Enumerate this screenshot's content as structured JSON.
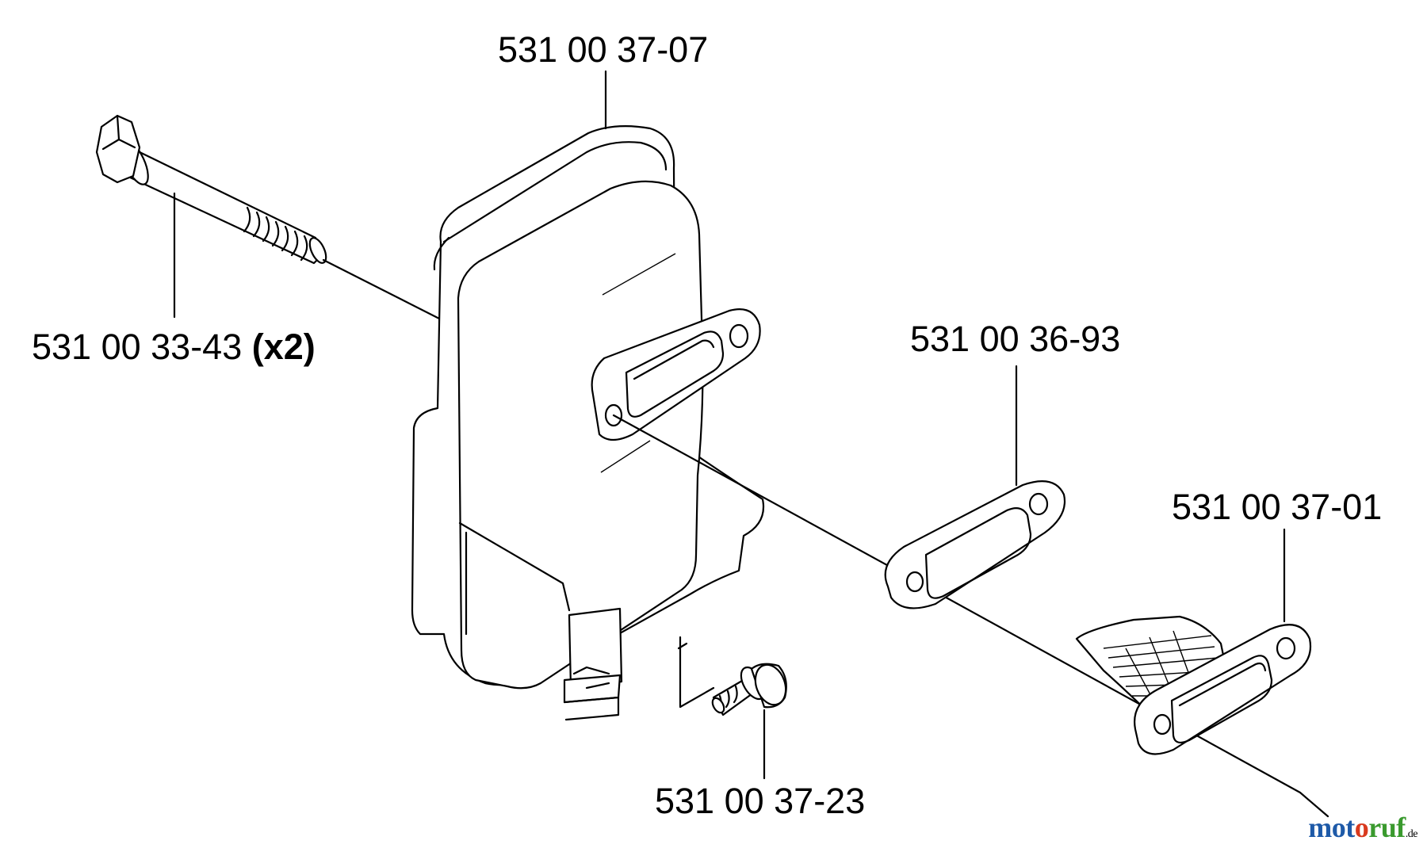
{
  "labels": {
    "muffler": "531 00 37-07",
    "bolt": "531 00 33-43",
    "bolt_qty": "(x2)",
    "gasket": "531 00 36-93",
    "deflector": "531 00 37-01",
    "screw": "531 00 37-23"
  },
  "watermark": {
    "brand": "motoruf",
    "tld": ".de",
    "colors": [
      "#1e5aa8",
      "#1e5aa8",
      "#1e5aa8",
      "#d93a1e",
      "#3a9a2e",
      "#3a9a2e",
      "#3a9a2e"
    ]
  }
}
